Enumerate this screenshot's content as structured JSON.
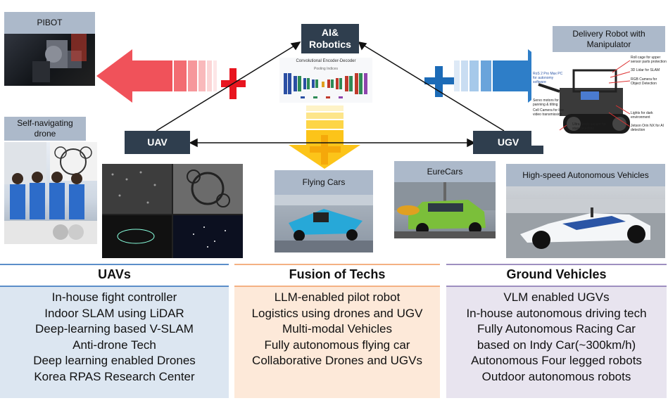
{
  "nodes": {
    "ai_robotics": "AI&\nRobotics",
    "uav": "UAV",
    "ugv": "UGV"
  },
  "labels": {
    "pibot": "PIBOT",
    "drone": "Self-navigating drone",
    "delivery": "Delivery Robot with Manipulator",
    "flying_cars": "Flying  Cars",
    "eurecars": "EureCars",
    "hsav": "High-speed  Autonomous Vehicles"
  },
  "encoder_diagram": {
    "title": "Convolutional Encoder-Decoder",
    "subtitle": "Pooling Indices"
  },
  "robot_callouts": [
    "Roll cage for upper sensor parts protection",
    "3D Lidar for SLAM",
    "RGB Camera for Object Detection",
    "Lights for dark environment",
    "Jetson Orin NX for AI detection",
    "Ultra Sonic sensor for stair detection",
    "Cell Camera for live video transmission",
    "Servo motors for panning & tilting",
    "RoS 2 Pro Max PC for autonomy software"
  ],
  "columns": [
    {
      "title": "UAVs",
      "items": [
        "In-house fight controller",
        "Indoor SLAM using LiDAR",
        "Deep-learning based V-SLAM",
        "Anti-drone Tech",
        "Deep learning enabled Drones",
        "Korea RPAS Research Center"
      ]
    },
    {
      "title": "Fusion of Techs",
      "items": [
        "LLM-enabled pilot robot",
        "Logistics using drones and UGV",
        "Multi-modal Vehicles",
        "Fully autonomous flying car",
        "Collaborative Drones and UGVs"
      ]
    },
    {
      "title": "Ground Vehicles",
      "items": [
        "VLM enabled UGVs",
        "In-house autonomous driving tech",
        "Fully Autonomous Racing Car",
        "based on Indy Car(~300km/h)",
        "Autonomous Four legged robots",
        "Outdoor autonomous robots"
      ]
    }
  ],
  "colors": {
    "node_bg": "#2f3e4e",
    "label_bg": "#acb9ca",
    "red_arrow": "#f0525a",
    "blue_arrow": "#2e7ec8",
    "yellow_arrow": "#fcc419",
    "col1_bg": "#dce6f1",
    "col1_line": "#5b8ec9",
    "col2_bg": "#fde9d9",
    "col2_line": "#f4b183",
    "col3_bg": "#e8e4ef",
    "col3_line": "#9e8fc0"
  }
}
